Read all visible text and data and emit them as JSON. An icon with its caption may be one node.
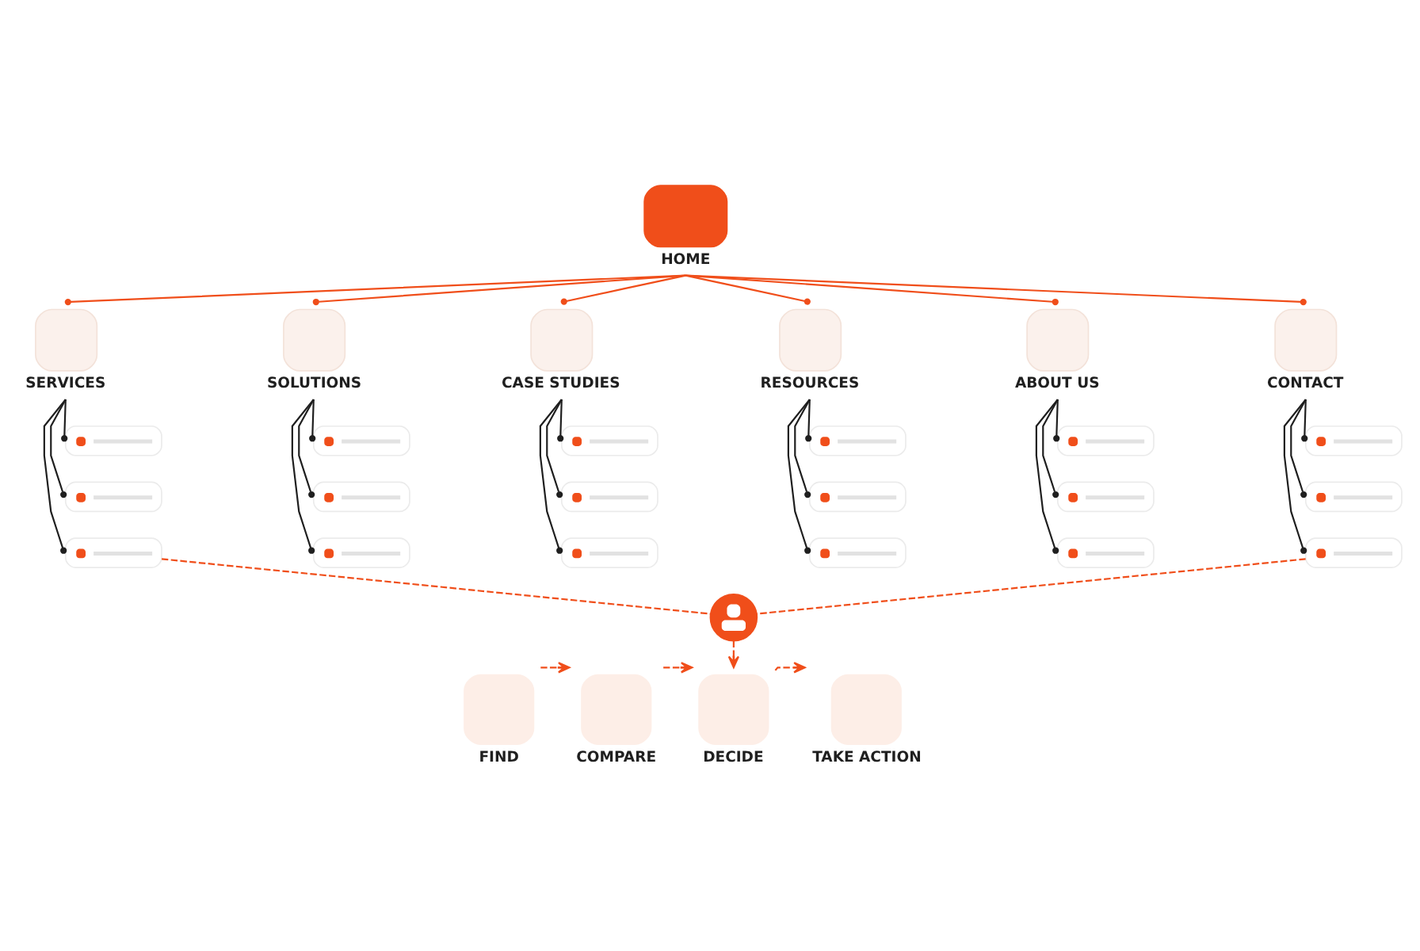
{
  "diagram": {
    "nodes": [
      {
        "text": [
          "HOME"
        ]
      },
      {
        "text": [
          "SERVICES"
        ]
      },
      {
        "text": [
          "SOLUTIONS"
        ]
      },
      {
        "text": [
          "CASE STUDIES"
        ]
      },
      {
        "text": [
          "RESOURCES"
        ]
      },
      {
        "text": [
          "ABOUT US"
        ]
      },
      {
        "text": [
          "CONTACT"
        ]
      },
      {
        "text": [],
        "shape": "box"
      },
      {
        "text": [],
        "shape": "box"
      },
      {
        "text": [],
        "shape": "box"
      },
      {
        "text": [],
        "shape": "box"
      },
      {
        "text": [],
        "shape": "box"
      },
      {
        "text": [],
        "shape": "box"
      },
      {
        "text": [],
        "shape": "box"
      },
      {
        "text": [],
        "shape": "box"
      },
      {
        "text": [],
        "shape": "box"
      },
      {
        "text": [],
        "shape": "box"
      },
      {
        "text": [],
        "shape": "box"
      },
      {
        "text": [],
        "shape": "box"
      },
      {
        "text": [],
        "shape": "box"
      },
      {
        "text": [],
        "shape": "box"
      },
      {
        "text": [],
        "shape": "box"
      },
      {
        "text": [],
        "shape": "box"
      },
      {
        "text": [],
        "shape": "box"
      },
      {
        "text": [],
        "shape": "box"
      },
      {
        "text": [],
        "shape": "person"
      },
      {
        "text": [
          "FIND"
        ]
      },
      {
        "text": [
          "COMPARE"
        ]
      },
      {
        "text": [
          "DECIDE"
        ]
      },
      {
        "text": [
          "TAKE ACTION"
        ]
      }
    ],
    "edges": [
      {
        "from": 0,
        "to": 1,
        "arrow": "other",
        "color": "#f04e1a"
      },
      {
        "from": 0,
        "to": 2,
        "arrow": "other",
        "color": "#f04e1a"
      },
      {
        "from": 0,
        "to": 3,
        "arrow": "other",
        "color": "#f04e1a"
      },
      {
        "from": 0,
        "to": 4,
        "arrow": "other",
        "color": "#f04e1a"
      },
      {
        "from": 0,
        "to": 5,
        "arrow": "other",
        "color": "#f04e1a"
      },
      {
        "from": 0,
        "to": 6,
        "arrow": "other",
        "color": "#f04e1a"
      },
      {
        "from": 1,
        "to": 7,
        "arrow": "other"
      },
      {
        "from": 1,
        "to": 8,
        "arrow": "other"
      },
      {
        "from": 1,
        "to": 9,
        "arrow": "other"
      },
      {
        "from": 2,
        "to": 10,
        "arrow": "other"
      },
      {
        "from": 2,
        "to": 11,
        "arrow": "other"
      },
      {
        "from": 2,
        "to": 12,
        "arrow": "other"
      },
      {
        "from": 3,
        "to": 13,
        "arrow": "other"
      },
      {
        "from": 3,
        "to": 14,
        "arrow": "other"
      },
      {
        "from": 3,
        "to": 15,
        "arrow": "other"
      },
      {
        "from": 4,
        "to": 16,
        "arrow": "other"
      },
      {
        "from": 4,
        "to": 17,
        "arrow": "other"
      },
      {
        "from": 4,
        "to": 18,
        "arrow": "other"
      },
      {
        "from": 5,
        "to": 19,
        "arrow": "other"
      },
      {
        "from": 5,
        "to": 20,
        "arrow": "other"
      },
      {
        "from": 5,
        "to": 21,
        "arrow": "other"
      },
      {
        "from": 6,
        "to": 22,
        "arrow": "other"
      },
      {
        "from": 6,
        "to": 23,
        "arrow": "other"
      },
      {
        "from": 6,
        "to": 24,
        "arrow": "other"
      },
      {
        "from": 9,
        "to": 25,
        "arrow": "none",
        "style": "dashed",
        "color": "#f04e1a"
      },
      {
        "from": 24,
        "to": 25,
        "arrow": "none",
        "style": "dashed",
        "color": "#f04e1a"
      },
      {
        "from": 25,
        "to": 28,
        "arrow": "to",
        "style": "dashed",
        "color": "#f04e1a"
      },
      {
        "from": 26,
        "to": 27,
        "arrow": "to",
        "style": "dashed",
        "color": "#f04e1a"
      },
      {
        "from": 27,
        "to": 28,
        "arrow": "to",
        "style": "dashed",
        "color": "#f04e1a"
      },
      {
        "from": 28,
        "to": 29,
        "arrow": "to",
        "style": "dashed",
        "color": "#f04e1a"
      }
    ]
  }
}
